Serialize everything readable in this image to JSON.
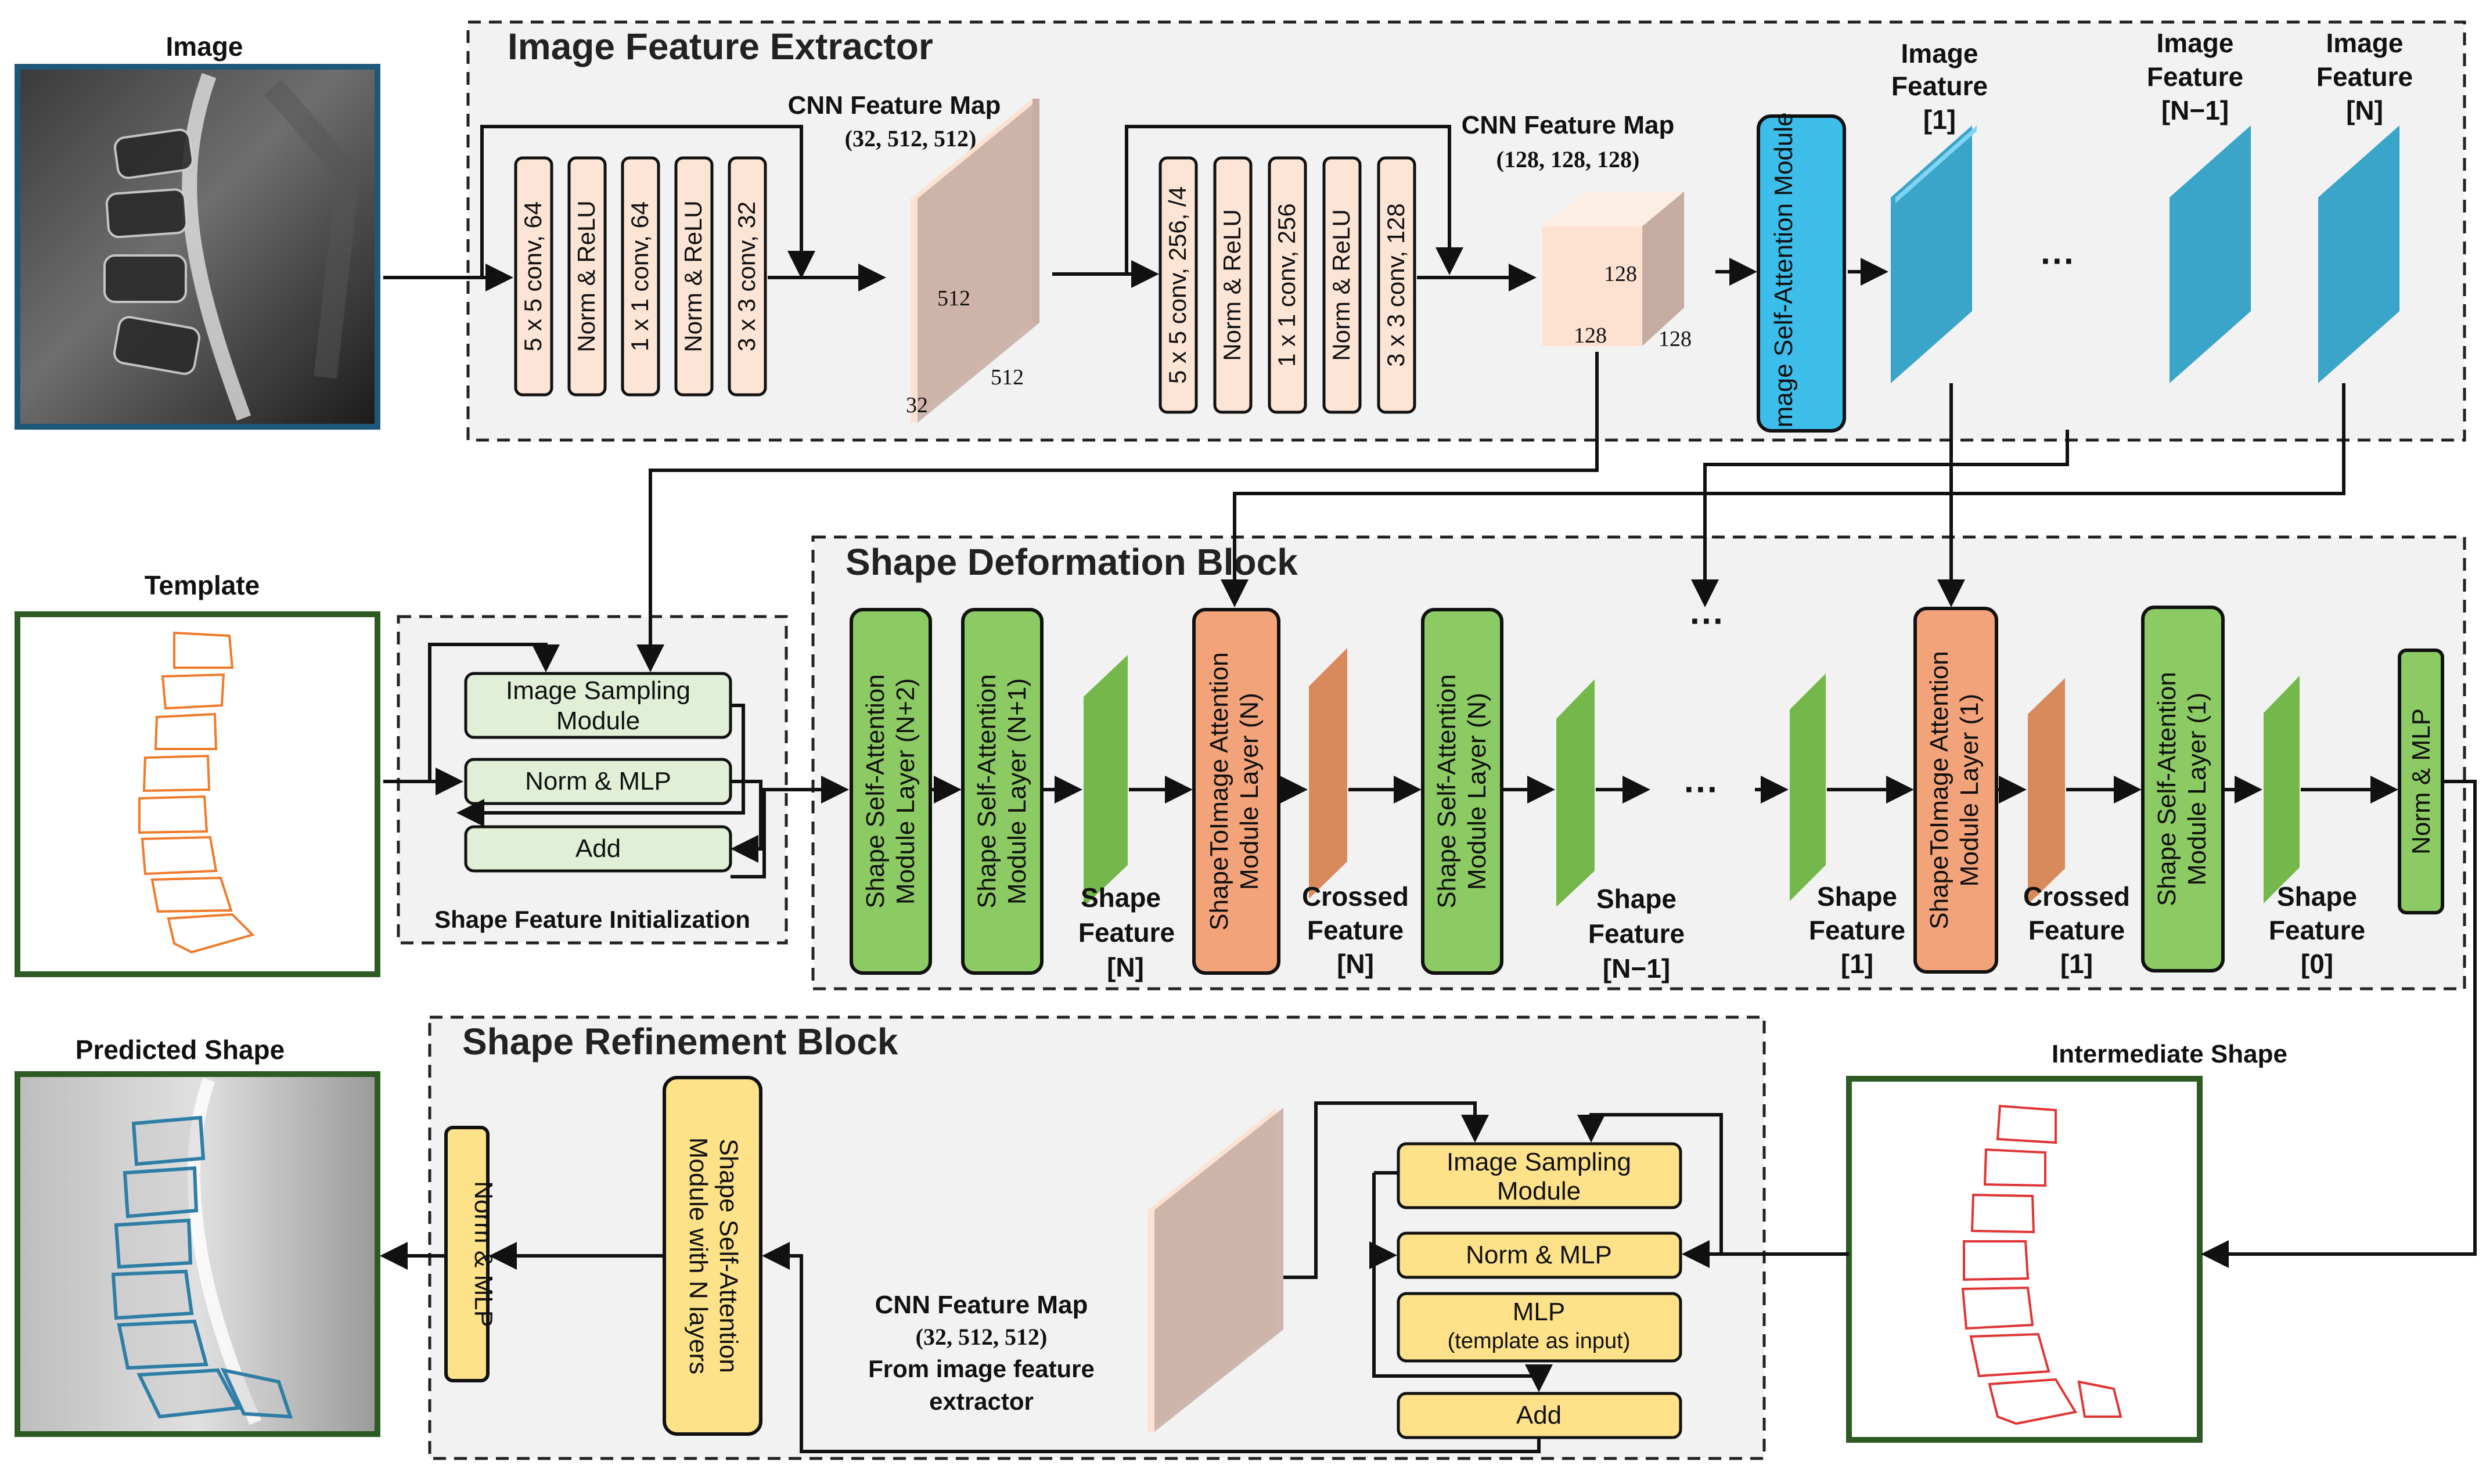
{
  "colors": {
    "panel_bg": "#f2f2f2",
    "peach_box": "#fde5d6",
    "peach_fm_front": "#fbe2d2",
    "peach_fm_side": "#c6aba1",
    "blue_module": "#3cbdea",
    "blue_feature": "#3aa4c9",
    "green_module": "#8cca63",
    "green_feature": "#74b84b",
    "light_green_box": "#e1efd7",
    "orange_module": "#f3a37a",
    "orange_feature": "#d98a5d",
    "yellow_box": "#fde28a",
    "shape_orange": "#f07a2a",
    "shape_red": "#e03535",
    "shape_blue": "#2e7ea6",
    "frame_green": "#2e5a23",
    "frame_blue": "#1d5878"
  },
  "left_column": {
    "image_label": "Image",
    "template_label": "Template",
    "predicted_label": "Predicted Shape"
  },
  "extractor": {
    "title": "Image Feature Extractor",
    "block1": [
      "5 x 5 conv, 64",
      "Norm & ReLU",
      "1 x 1 conv, 64",
      "Norm & ReLU",
      "3 x 3 conv, 32"
    ],
    "block2": [
      "5 x 5 conv, 256, /4",
      "Norm & ReLU",
      "1 x 1 conv, 256",
      "Norm & ReLU",
      "3 x 3 conv, 128"
    ],
    "fm1_title": "CNN Feature Map",
    "fm1_dims": "(32, 512, 512)",
    "fm1_d1": "512",
    "fm1_d2": "512",
    "fm1_d3": "32",
    "fm2_title": "CNN Feature Map",
    "fm2_dims": "(128, 128, 128)",
    "fm2_d1": "128",
    "fm2_d2": "128",
    "fm2_d3": "128",
    "attention": "Image Self-Attention Module",
    "feat1": [
      "Image",
      "Feature",
      "[1]"
    ],
    "featNm1": [
      "Image",
      "Feature",
      "[N−1]"
    ],
    "featN": [
      "Image",
      "Feature",
      "[N]"
    ],
    "ellipsis": "···"
  },
  "init": {
    "sampling": [
      "Image Sampling",
      "Module"
    ],
    "norm": "Norm & MLP",
    "add": "Add",
    "caption": "Shape Feature Initialization"
  },
  "deformation": {
    "title": "Shape Deformation Block",
    "layerN2": [
      "Shape Self-Attention",
      "Module Layer (N+2)"
    ],
    "layerN1": [
      "Shape Self-Attention",
      "Module Layer (N+1)"
    ],
    "shapeFeatN": [
      "Shape",
      "Feature",
      "[N]"
    ],
    "s2iN": [
      "ShapeToImage Attention",
      "Module Layer (N)"
    ],
    "crossedN": [
      "Crossed",
      "Feature",
      "[N]"
    ],
    "selfN": [
      "Shape Self-Attention",
      "Module Layer (N)"
    ],
    "shapeFeatNm1": [
      "Shape",
      "Feature",
      "[N−1]"
    ],
    "shapeFeat1": [
      "Shape",
      "Feature",
      "[1]"
    ],
    "s2i1": [
      "ShapeToImage Attention",
      "Module Layer (1)"
    ],
    "crossed1": [
      "Crossed",
      "Feature",
      "[1]"
    ],
    "self1": [
      "Shape Self-Attention",
      "Module Layer (1)"
    ],
    "shapeFeat0": [
      "Shape",
      "Feature",
      "[0]"
    ],
    "norm": "Norm & MLP",
    "ellipsis": "···"
  },
  "refinement": {
    "title": "Shape Refinement Block",
    "norm": "Norm & MLP",
    "selfatt": [
      "Shape Self-Attention",
      "Module with N layers"
    ],
    "fm_title": "CNN Feature Map",
    "fm_dims": "(32, 512, 512)",
    "fm_from": [
      "From image feature",
      "extractor"
    ],
    "sampling": [
      "Image Sampling",
      "Module"
    ],
    "norm_mlp": "Norm & MLP",
    "mlp": [
      "MLP",
      "(template as input)"
    ],
    "add": "Add"
  },
  "intermediate_label": "Intermediate Shape"
}
